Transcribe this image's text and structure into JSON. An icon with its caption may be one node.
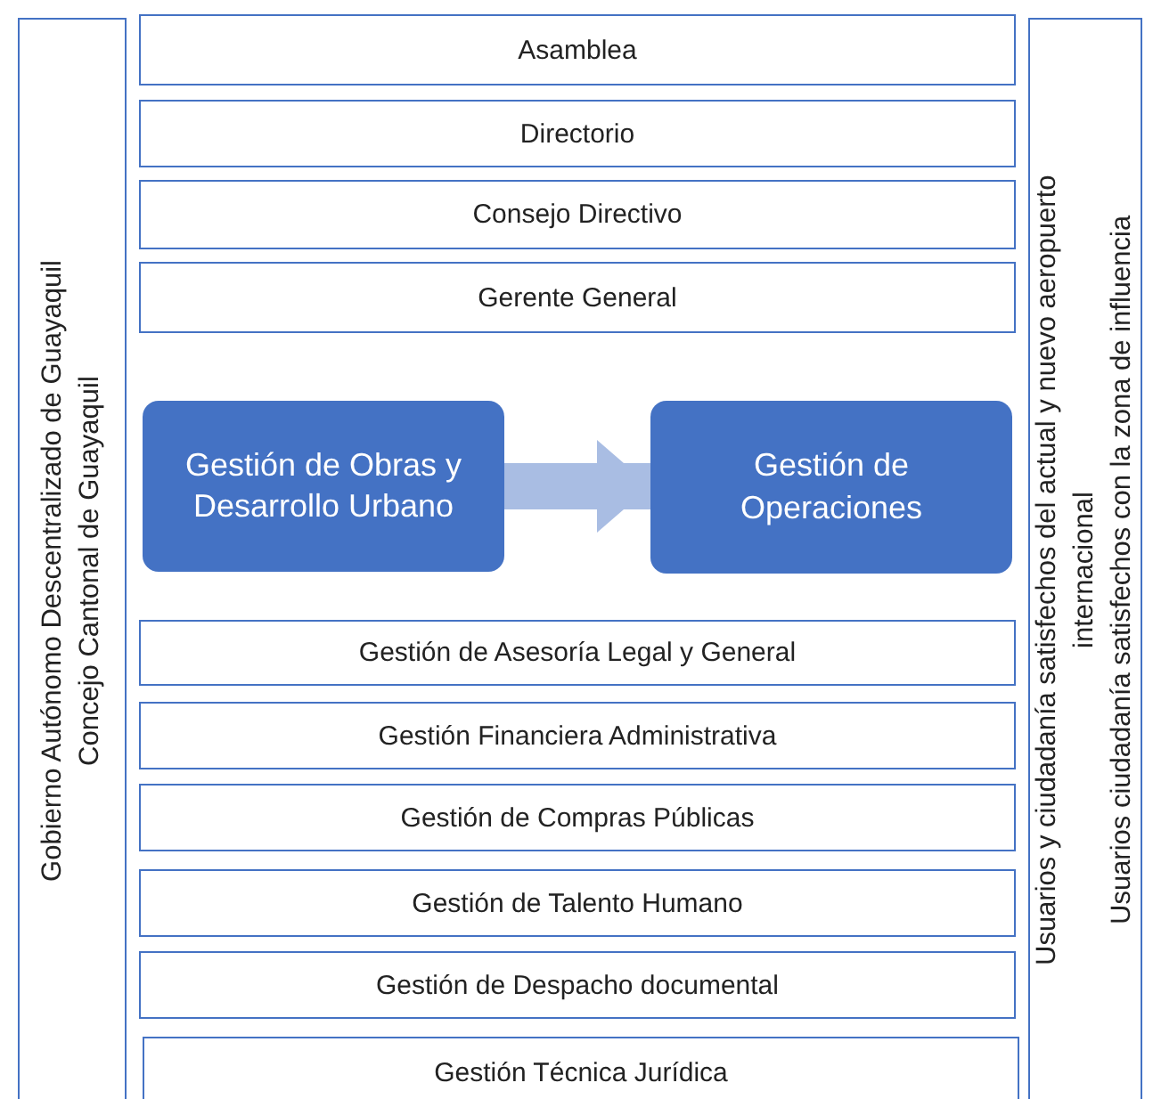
{
  "diagram": {
    "nodes": [
      {
        "text": [
          "Gobierno Autónomo Descentralizado de Guayaquil",
          "Concejo Cantonal de Guayaquil"
        ]
      },
      {
        "text": [
          "Asamblea"
        ]
      },
      {
        "text": [
          "Directorio"
        ]
      },
      {
        "text": [
          "Consejo Directivo"
        ]
      },
      {
        "text": [
          "Gerente General"
        ]
      },
      {
        "text": [
          "Gestión de Obras y Desarrollo Urbano"
        ]
      },
      {
        "text": [
          "Gestión de Operaciones"
        ]
      },
      {
        "text": [
          "Gestión de Asesoría Legal y General"
        ]
      },
      {
        "text": [
          "Gestión Financiera Administrativa"
        ]
      },
      {
        "text": [
          "Gestión de Compras Públicas"
        ]
      },
      {
        "text": [
          "Gestión de Talento Humano"
        ]
      },
      {
        "text": [
          "Gestión de Despacho documental"
        ]
      },
      {
        "text": [
          "Gestión Técnica Jurídica"
        ]
      },
      {
        "text": [
          "Usuarios y ciudadanía satisfechos del actual y nuevo aeropuerto internacional",
          "Usuarios ciudadanía satisfechos con la zona de influencia"
        ]
      }
    ],
    "edges": [
      {
        "from": 5,
        "to": 6,
        "arrow": "to"
      }
    ]
  }
}
